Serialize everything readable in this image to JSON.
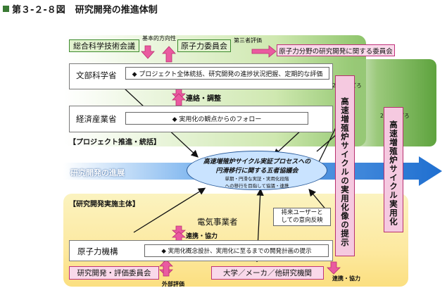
{
  "title": {
    "fig_no": "第３-２-８図",
    "text": "研究開発の推進体制"
  },
  "top": {
    "council": "総合科学技術会議",
    "atomic_commission": "原子力委員会",
    "basic_policy": "基本的方向性",
    "third_party_eval": "第三者評価",
    "rd_committee": "原子力分野の研究開発に関する委員会",
    "mext": "文部科学省",
    "mext_role": "◆ プロジェクト全体統括、研究開発の進捗状況把握、定期的な評価",
    "liaison": "連絡・調整",
    "meti": "経済産業省",
    "meti_role": "◆ 実用化の観点からのフォロー",
    "section_label": "【プロジェクト推進・統括】"
  },
  "middle": {
    "progress_label": "研究開発の進展",
    "year_2015": "2015年ごろ",
    "year_2050": "2050年ごろ",
    "council_title_1": "高速増殖炉サイクル実証プロセスへの",
    "council_title_2": "円滑移行に関する五者協議会",
    "council_sub_1": "単期・円滑な実証・実用化段階",
    "council_sub_2": "への移行を目指して協議・連携",
    "vision_bar": "高速増殖炉サイクルの実用化像の提示",
    "commercial_bar": "高速増殖炉サイクル実用化"
  },
  "bottom": {
    "section_label": "【研究開発実施主体】",
    "utilities": "電気事業者",
    "future_user_1": "将来ユーザーと",
    "future_user_2": "しての意向反映",
    "cooperation": "連携・協力",
    "jaea": "原子力機構",
    "jaea_role": "◆ 実用化概念設計、実用化に至るまでの開発計画の提示",
    "eval_committee": "研究開発・評価委員会",
    "external_eval": "外部評価",
    "universities": "大学／メーカ／他研究機関",
    "cooperation2": "連携・協力"
  },
  "colors": {
    "arrow_pink": "#ea5aa0",
    "progress_blue": "#1f6fd0",
    "green_dark": "#3d8b2e",
    "yellow": "#fbe38f"
  }
}
